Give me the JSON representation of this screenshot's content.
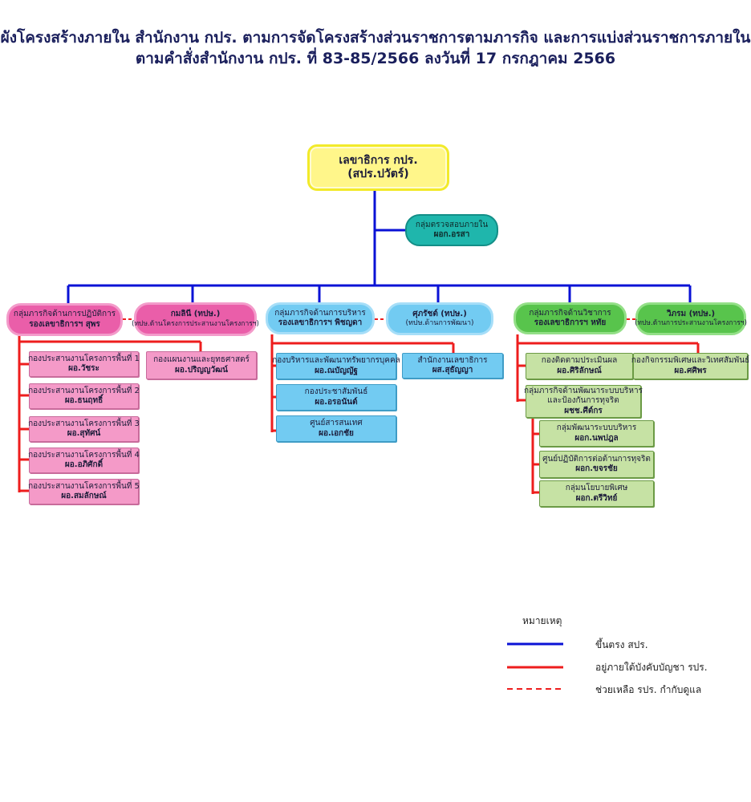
{
  "title": {
    "line1": "ผังโครงสร้างภายใน สำนักงาน กปร. ตามการจัดโครงสร้างส่วนราชการตามภารกิจ และการแบ่งส่วนราชการภายใน",
    "line2": "ตามคำสั่งสำนักงาน กปร. ที่ 83-85/2566 ลงวันที่ 17 กรกฎาคม 2566"
  },
  "root": {
    "line1": "เลขาธิการ กปร.",
    "line2": "(สปร.ปวัตร์)"
  },
  "audit": {
    "line1": "กลุ่มตรวจสอบภายใน",
    "line2": "ผอก.อรสา"
  },
  "pink": {
    "head": {
      "line1": "กลุ่มภารกิจด้านการปฏิบัติการ",
      "line2": "รองเลขาธิการฯ สุพร"
    },
    "assist": {
      "line1": "กมลินี (ทปษ.)",
      "line2": "(ทปษ.ด้านโครงการประสานงานโครงการฯ)"
    },
    "units": [
      {
        "line1": "กองประสานงานโครงการพื้นที่ 1",
        "line2": "ผอ.วัชระ"
      },
      {
        "line1": "กองประสานงานโครงการพื้นที่ 2",
        "line2": "ผอ.ธนฤทธิ์"
      },
      {
        "line1": "กองประสานงานโครงการพื้นที่ 3",
        "line2": "ผอ.สุทัศน์"
      },
      {
        "line1": "กองประสานงานโครงการพื้นที่ 4",
        "line2": "ผอ.อภิศักดิ์"
      },
      {
        "line1": "กองประสานงานโครงการพื้นที่ 5",
        "line2": "ผอ.สมลักษณ์"
      }
    ],
    "assist_unit": {
      "line1": "กองแผนงานและยุทธศาสตร์",
      "line2": "ผอ.ปริญญวัฒน์"
    }
  },
  "blue": {
    "head": {
      "line1": "กลุ่มภารกิจด้านการบริหาร",
      "line2": "รองเลขาธิการฯ พิชญดา"
    },
    "assist": {
      "line1": "ศุภรัชต์ (ทปษ.)",
      "line2": "(ทปษ.ด้านการพัฒนา)"
    },
    "units": [
      {
        "line1": "กองบริหารและพัฒนาทรัพยากรบุคคล",
        "line2": "ผอ.ณบัญญัฐ"
      },
      {
        "line1": "กองประชาสัมพันธ์",
        "line2": "ผอ.อรอนันต์"
      },
      {
        "line1": "ศูนย์สารสนเทศ",
        "line2": "ผอ.เอกชัย"
      }
    ],
    "assist_unit": {
      "line1": "สำนักงานเลขาธิการ",
      "line2": "ผส.สุธัญญา"
    }
  },
  "green": {
    "head": {
      "line1": "กลุ่มภารกิจด้านวิชาการ",
      "line2": "รองเลขาธิการฯ หทัย"
    },
    "assist": {
      "line1": "วิภรม (ทปษ.)",
      "line2": "(ทปษ.ด้านการประสานงานโครงการฯ)"
    },
    "units": [
      {
        "line1": "กองติดตามประเมินผล",
        "line2": "ผอ.ศิริลักษณ์"
      },
      {
        "line1": "กลุ่มภารกิจด้านพัฒนาระบบบริหาร",
        "line2": "และป้องกันการทุจริต",
        "line3": "ผชช.ศีต์กร"
      }
    ],
    "subunits": [
      {
        "line1": "กลุ่มพัฒนาระบบบริหาร",
        "line2": "ผอก.นพปฎล"
      },
      {
        "line1": "ศูนย์ปฏิบัติการต่อต้านการทุจริต",
        "line2": "ผอก.ขจรชัย"
      },
      {
        "line1": "กลุ่มนโยบายพิเศษ",
        "line2": "ผอก.ตรีวิทย์"
      }
    ],
    "assist_unit": {
      "line1": "กองกิจกรรมพิเศษและวิเทศสัมพันธ์",
      "line2": "ผอ.ศศิพร"
    }
  },
  "legend": {
    "title": "หมายเหตุ",
    "items": [
      {
        "label": "ขึ้นตรง สปร.",
        "color": "#0a12d6",
        "style": "solid"
      },
      {
        "label": "อยู่ภายใต้บังคับบัญชา รปร.",
        "color": "#ee1d1d",
        "style": "solid"
      },
      {
        "label": "ช่วยเหลือ รปร. กำกับดูแล",
        "color": "#ee1d1d",
        "style": "dashed"
      }
    ]
  }
}
